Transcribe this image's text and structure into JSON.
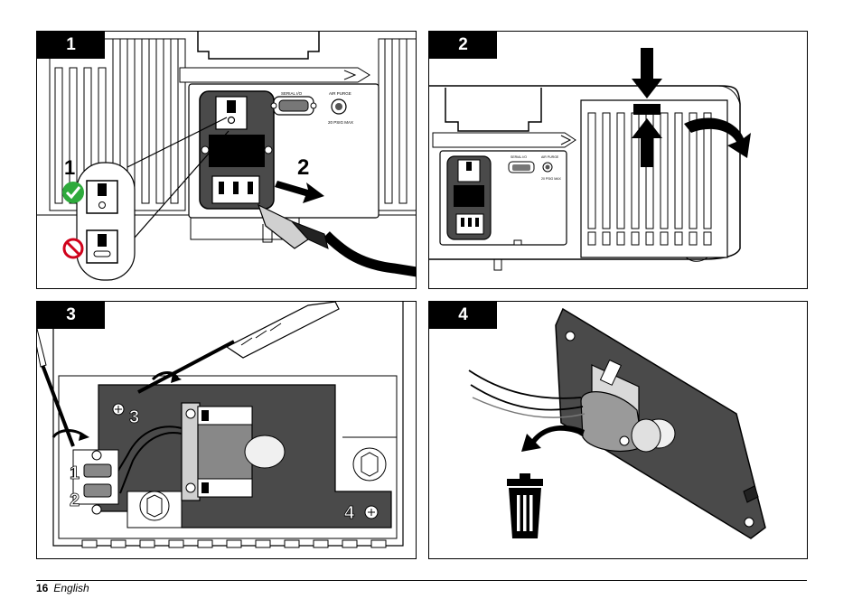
{
  "panels": [
    {
      "step": "1",
      "callouts": [
        "1",
        "2"
      ],
      "labels": [
        "SERIAL I/O",
        "AIR PURGE",
        "20 PSIG MAX"
      ]
    },
    {
      "step": "2",
      "labels": [
        "SERIAL I/O",
        "AIR PURGE",
        "20 PSIG MAX"
      ]
    },
    {
      "step": "3",
      "callouts": [
        "3",
        "1",
        "2",
        "4"
      ]
    },
    {
      "step": "4"
    }
  ],
  "footer": {
    "page_number": "16",
    "language": "English"
  },
  "colors": {
    "ink": "#000000",
    "dark_plate": "#4a4a4a",
    "light_gray": "#d9d9d9",
    "mid_gray": "#9a9a9a",
    "ok_green": "#2eaa3c",
    "no_red": "#d0021b"
  }
}
